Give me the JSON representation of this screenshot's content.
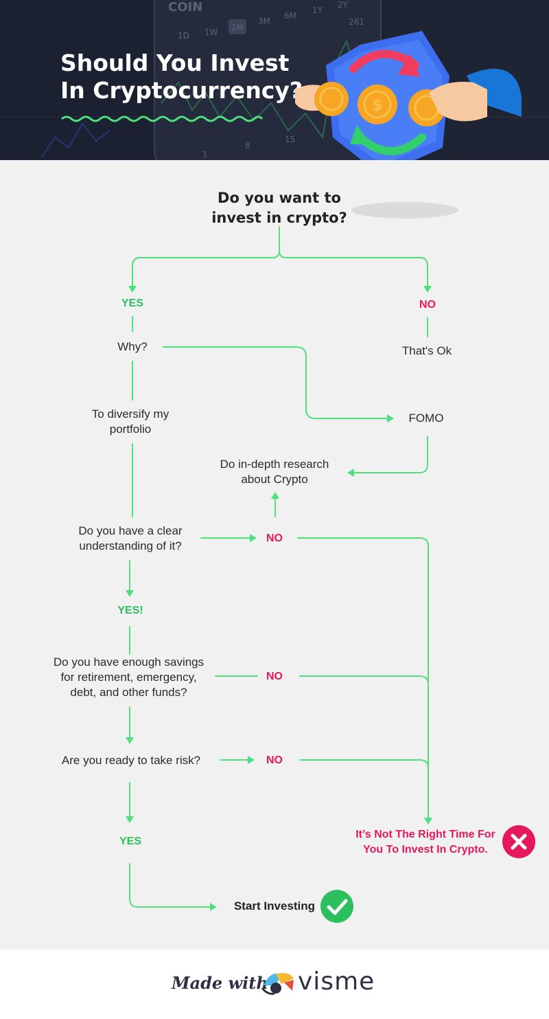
{
  "header": {
    "title_line1": "Should You Invest",
    "title_line2": "In Cryptocurrency?",
    "bg_coin": "COIN",
    "bg_ranges": [
      "1D",
      "1W",
      "1M",
      "3M",
      "6M",
      "1Y",
      "2Y"
    ],
    "bg_values": [
      "261",
      "8",
      "15",
      "1"
    ]
  },
  "flow": {
    "main_question_line1": "Do you want to",
    "main_question_line2": "invest in crypto?",
    "yes1": "YES",
    "no_top": "NO",
    "why": "Why?",
    "thats_ok": "That's Ok",
    "diversify_line1": "To diversify my",
    "diversify_line2": "portfolio",
    "fomo": "FOMO",
    "research_line1": "Do in-depth research",
    "research_line2": "about Crypto",
    "understand_line1": "Do you have a clear",
    "understand_line2": "understanding of it?",
    "no_understand": "NO",
    "yes2": "YES!",
    "savings_line1": "Do you have enough savings",
    "savings_line2": "for retirement, emergency,",
    "savings_line3": "debt, and other funds?",
    "no_savings": "NO",
    "risk": "Are you ready to take risk?",
    "no_risk": "NO",
    "yes3": "YES",
    "verdict_line1": "It’s Not The Right Time For",
    "verdict_line2": "You To Invest In Crypto.",
    "start": "Start Investing"
  },
  "colors": {
    "connector": "#4ee07f",
    "yes": "#2cbf5d",
    "no": "#e4185b",
    "header_bg": "#1c2131",
    "panel_bg": "#f1f1f1"
  },
  "icons": {
    "x": "close-icon",
    "check": "check-icon",
    "coin": "coin-icon"
  },
  "footer": {
    "made_with": "Made with",
    "brand": "visme"
  }
}
